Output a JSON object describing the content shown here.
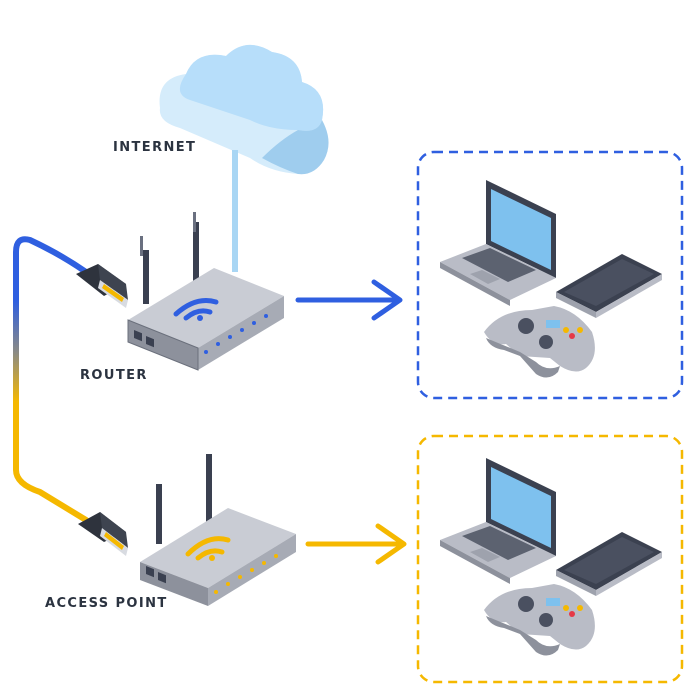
{
  "labels": {
    "internet": "INTERNET",
    "router": "ROUTER",
    "access_point": "ACCESS POINT"
  },
  "colors": {
    "router_accent": "#2f5fe0",
    "access_point_accent": "#f5b800",
    "cloud": "#a9d6f4",
    "device_body": "#b9bcc6",
    "screen": "#7ec1ee",
    "frame_dark": "#3b4150"
  },
  "icons": {
    "cloud": "cloud-icon",
    "router": "router-icon",
    "access_point": "router-icon",
    "laptop": "laptop-icon",
    "phone": "smartphone-icon",
    "gamepad": "gamepad-icon"
  }
}
